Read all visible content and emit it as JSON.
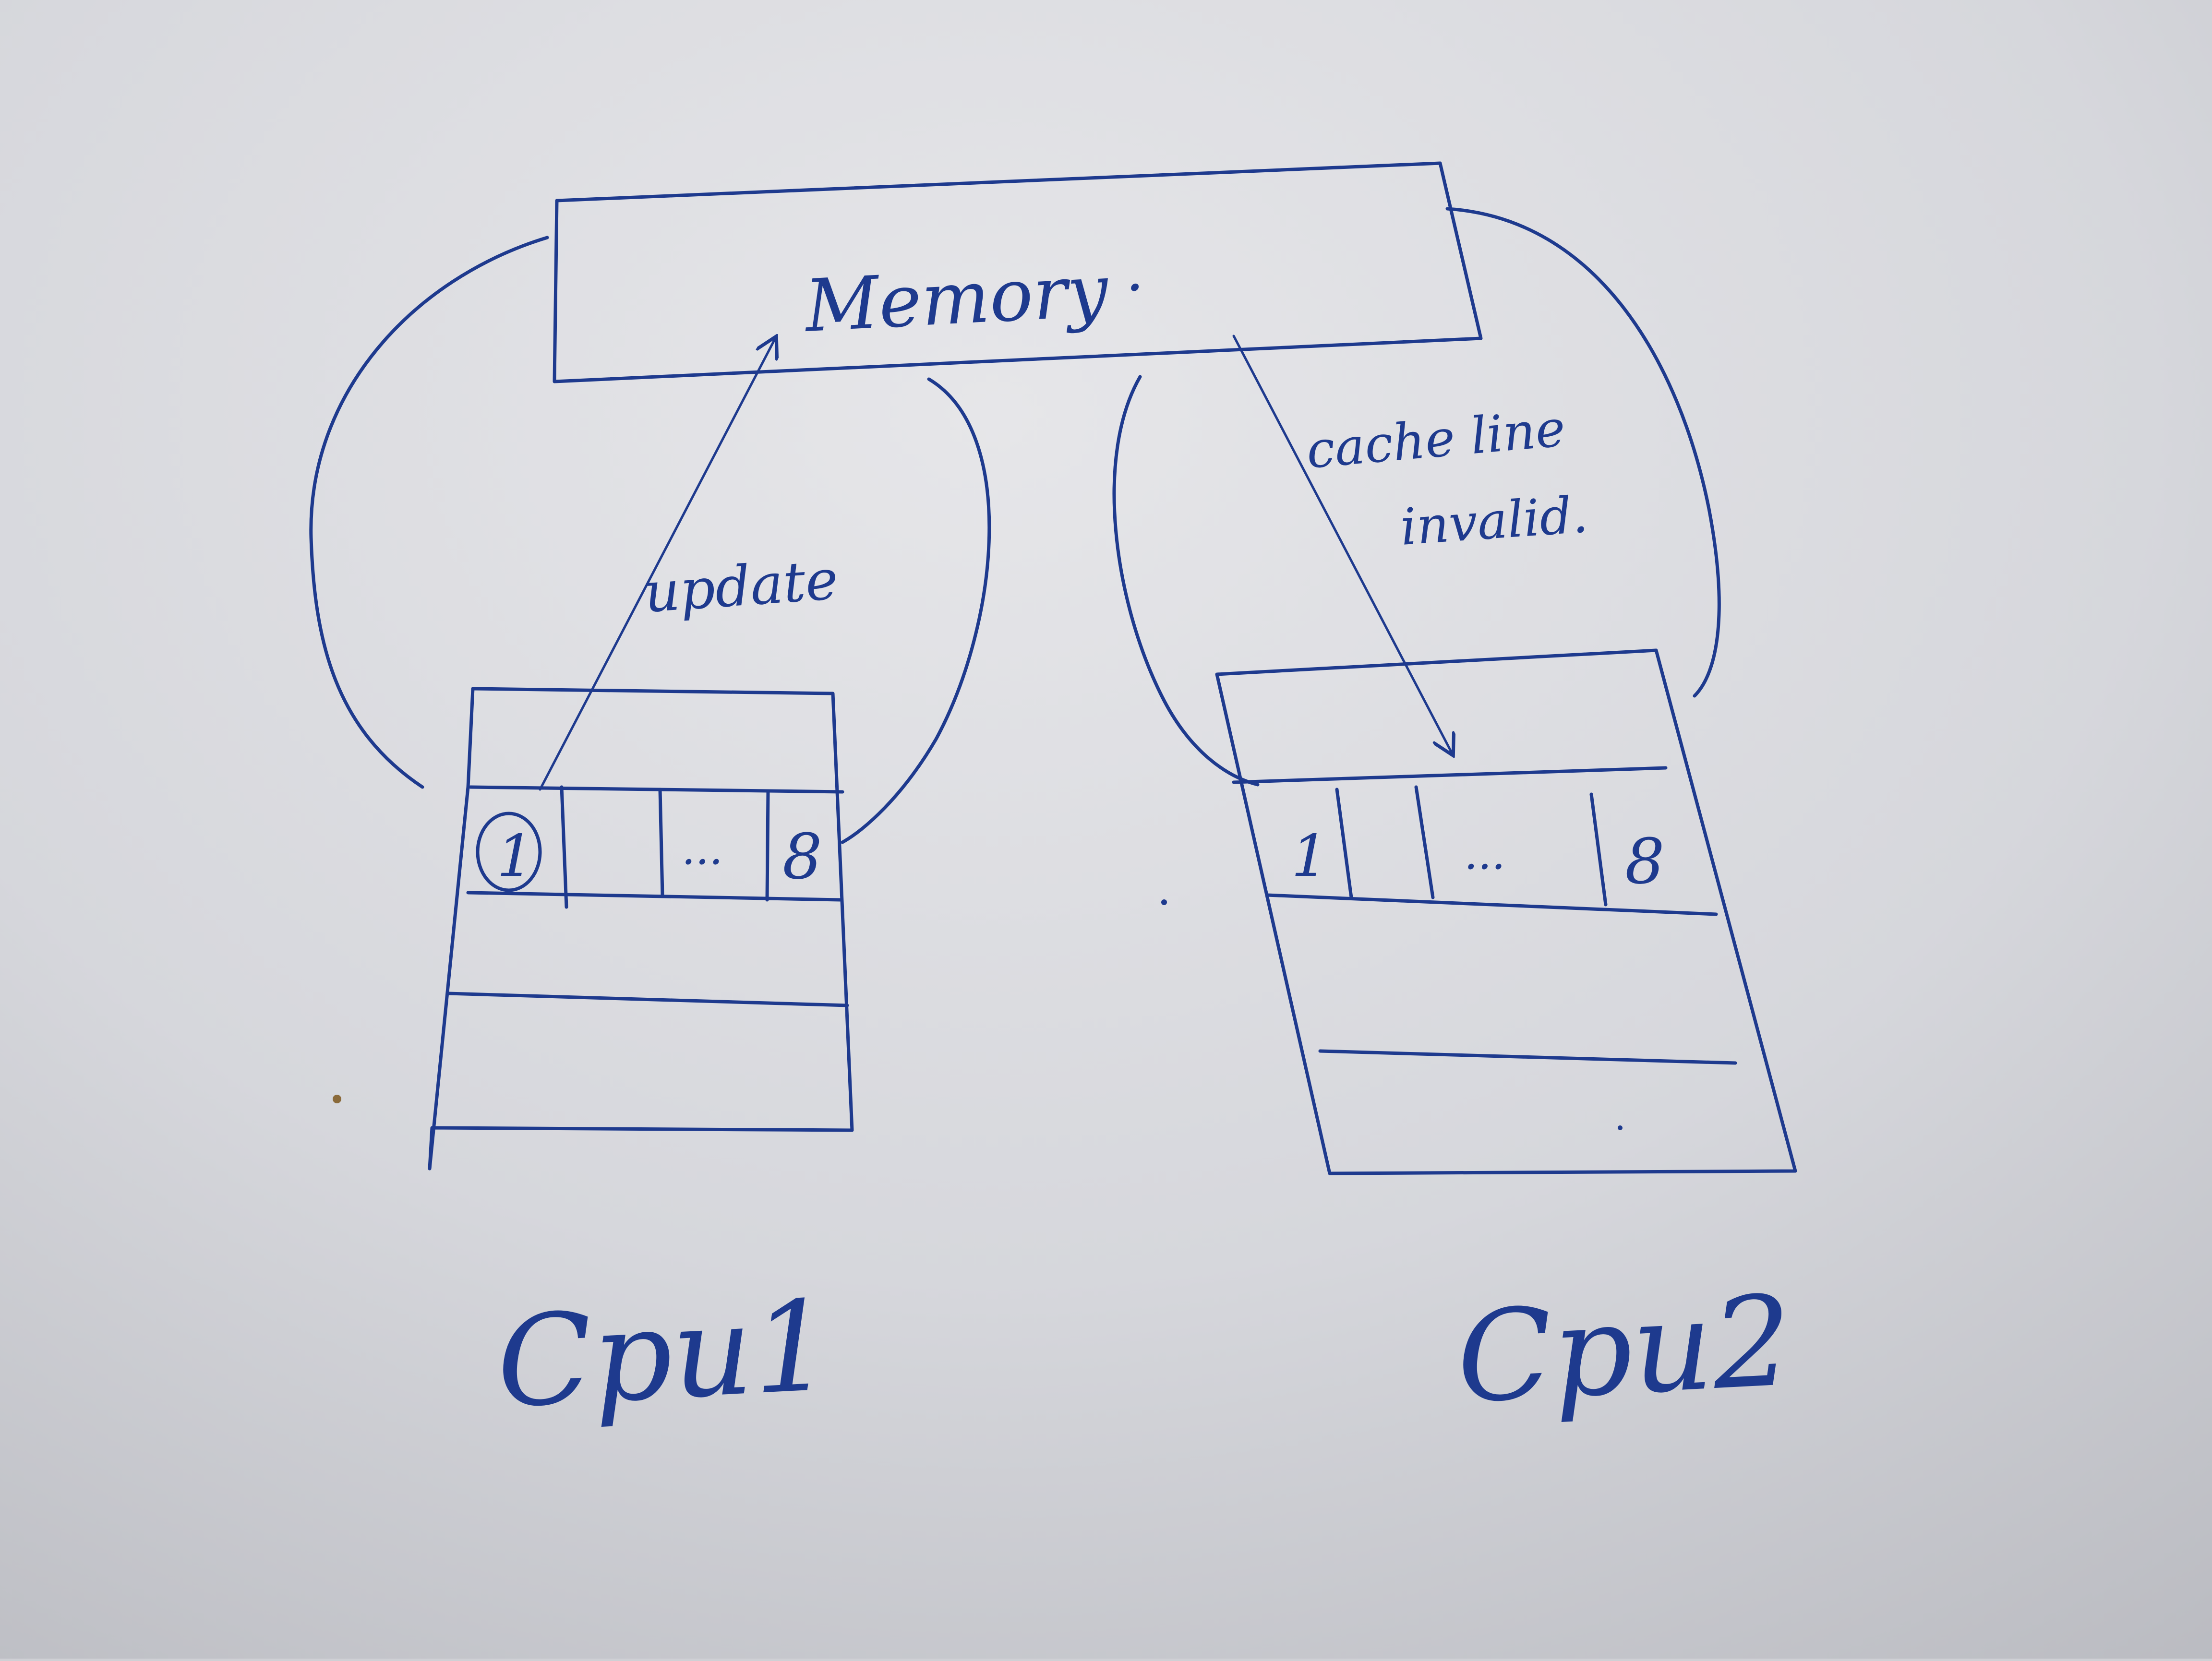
{
  "colors": {
    "ink": "#1e3a8e",
    "paper": "#e3e3e6",
    "paper_shadow": "#b7b8be"
  },
  "memory": {
    "label": "Memory",
    "trailing_mark": "."
  },
  "arrows": {
    "update_label": "update",
    "invalidate_label_line1": "cache line",
    "invalidate_label_line2": "invalid."
  },
  "cpu1": {
    "label": "Cpu1",
    "cache_line_cells": [
      "1",
      "",
      "...",
      "8"
    ],
    "first_cell_circled": true
  },
  "cpu2": {
    "label": "Cpu2",
    "cache_line_cells": [
      "1",
      "",
      "...",
      "8"
    ]
  }
}
